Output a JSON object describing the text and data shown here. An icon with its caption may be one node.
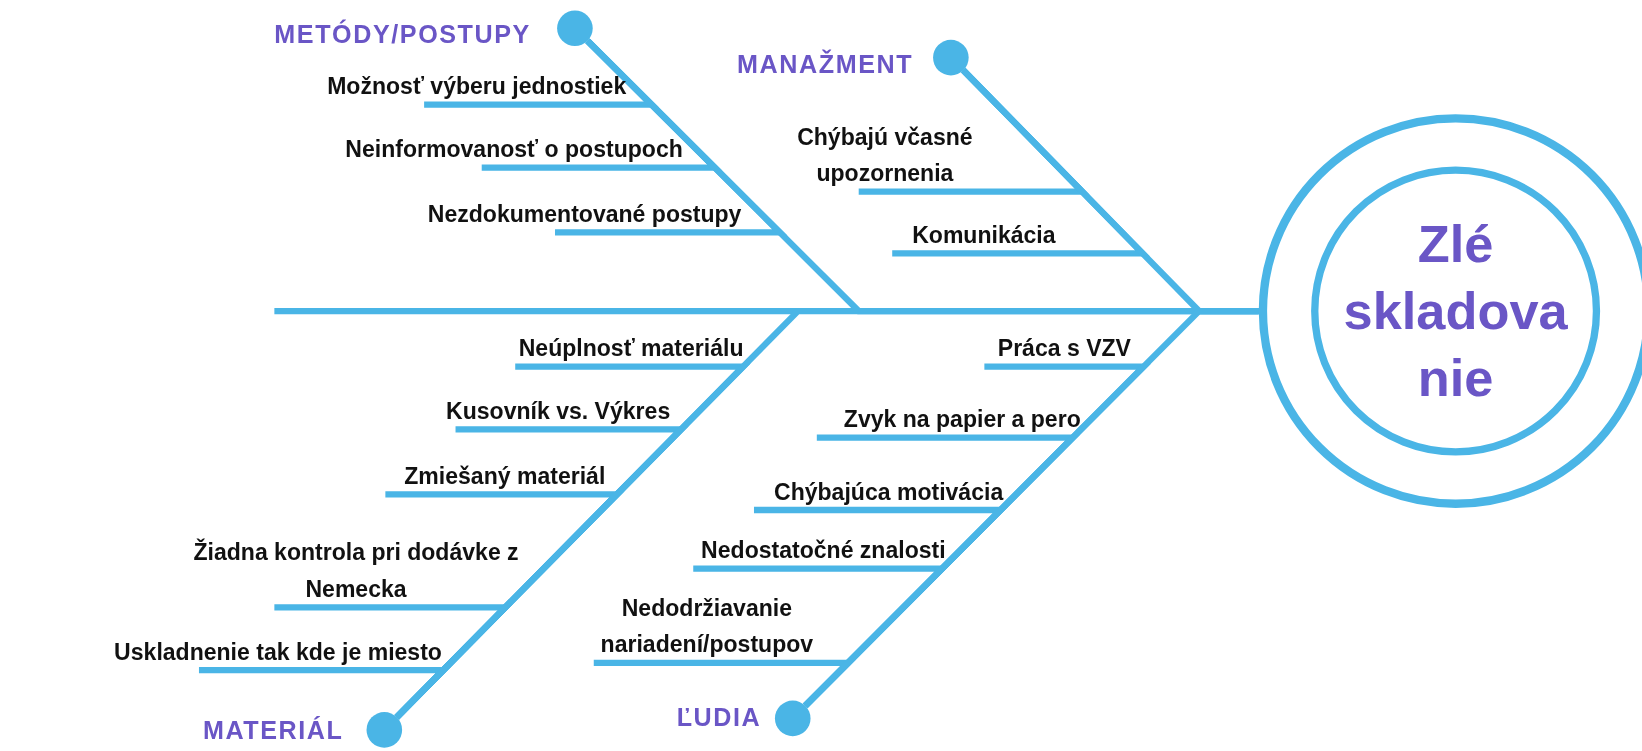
{
  "diagram": {
    "nodes": [
      {
        "text": [],
        "shape": "circle",
        "beside": [
          "METÓDY/POSTUPY"
        ]
      },
      {
        "text": [
          "Možnosť výberu jednostiek"
        ]
      },
      {
        "text": [
          "Neinformovanosť o postupoch"
        ]
      },
      {
        "text": [
          "Nezdokumentované postupy"
        ]
      },
      {
        "text": [],
        "shape": "circle",
        "beside": [
          "MANAŽMENT"
        ]
      },
      {
        "text": [
          "Chýbajú včasné upozornenia"
        ]
      },
      {
        "text": [
          "Komunikácia"
        ]
      },
      {
        "text": [
          "Zlé skladovanie"
        ]
      },
      {
        "text": [],
        "shape": "circle",
        "beside": [
          "MATERIÁL"
        ]
      },
      {
        "text": [
          "Neúplnosť materiálu"
        ]
      },
      {
        "text": [
          "Kusovník vs. Výkres"
        ]
      },
      {
        "text": [
          "Zmiešaný materiál"
        ]
      },
      {
        "text": [
          "Žiadna kontrola pri dodávke z Nemecka"
        ]
      },
      {
        "text": [
          "Uskladnenie tak kde je miesto"
        ]
      },
      {
        "text": [],
        "shape": "circle",
        "beside": [
          "ĽUDIA"
        ]
      },
      {
        "text": [
          "Práca s VZV"
        ]
      },
      {
        "text": [
          "Zvyk na papier a pero"
        ]
      },
      {
        "text": [
          "Chýbajúca motivácia"
        ]
      },
      {
        "text": [
          "Nedostatočné znalosti"
        ]
      },
      {
        "text": [
          "Nedodržiavanie nariadení/postupov"
        ]
      }
    ],
    "edges": [
      {
        "from": 1,
        "to": 0,
        "arrow": "none"
      },
      {
        "from": 2,
        "to": 0,
        "arrow": "none"
      },
      {
        "from": 3,
        "to": 0,
        "arrow": "none"
      },
      {
        "from": 0,
        "to": 7,
        "arrow": "none"
      },
      {
        "from": 5,
        "to": 4,
        "arrow": "none"
      },
      {
        "from": 6,
        "to": 4,
        "arrow": "none"
      },
      {
        "from": 4,
        "to": 7,
        "arrow": "none"
      },
      {
        "from": 9,
        "to": 8,
        "arrow": "none"
      },
      {
        "from": 10,
        "to": 8,
        "arrow": "none"
      },
      {
        "from": 11,
        "to": 8,
        "arrow": "none"
      },
      {
        "from": 12,
        "to": 8,
        "arrow": "none"
      },
      {
        "from": 13,
        "to": 8,
        "arrow": "none"
      },
      {
        "from": 8,
        "to": 7,
        "arrow": "none"
      },
      {
        "from": 15,
        "to": 14,
        "arrow": "none"
      },
      {
        "from": 16,
        "to": 14,
        "arrow": "none"
      },
      {
        "from": 17,
        "to": 14,
        "arrow": "none"
      },
      {
        "from": 18,
        "to": 14,
        "arrow": "none"
      },
      {
        "from": 19,
        "to": 14,
        "arrow": "none"
      },
      {
        "from": 14,
        "to": 7,
        "arrow": "none"
      }
    ]
  }
}
